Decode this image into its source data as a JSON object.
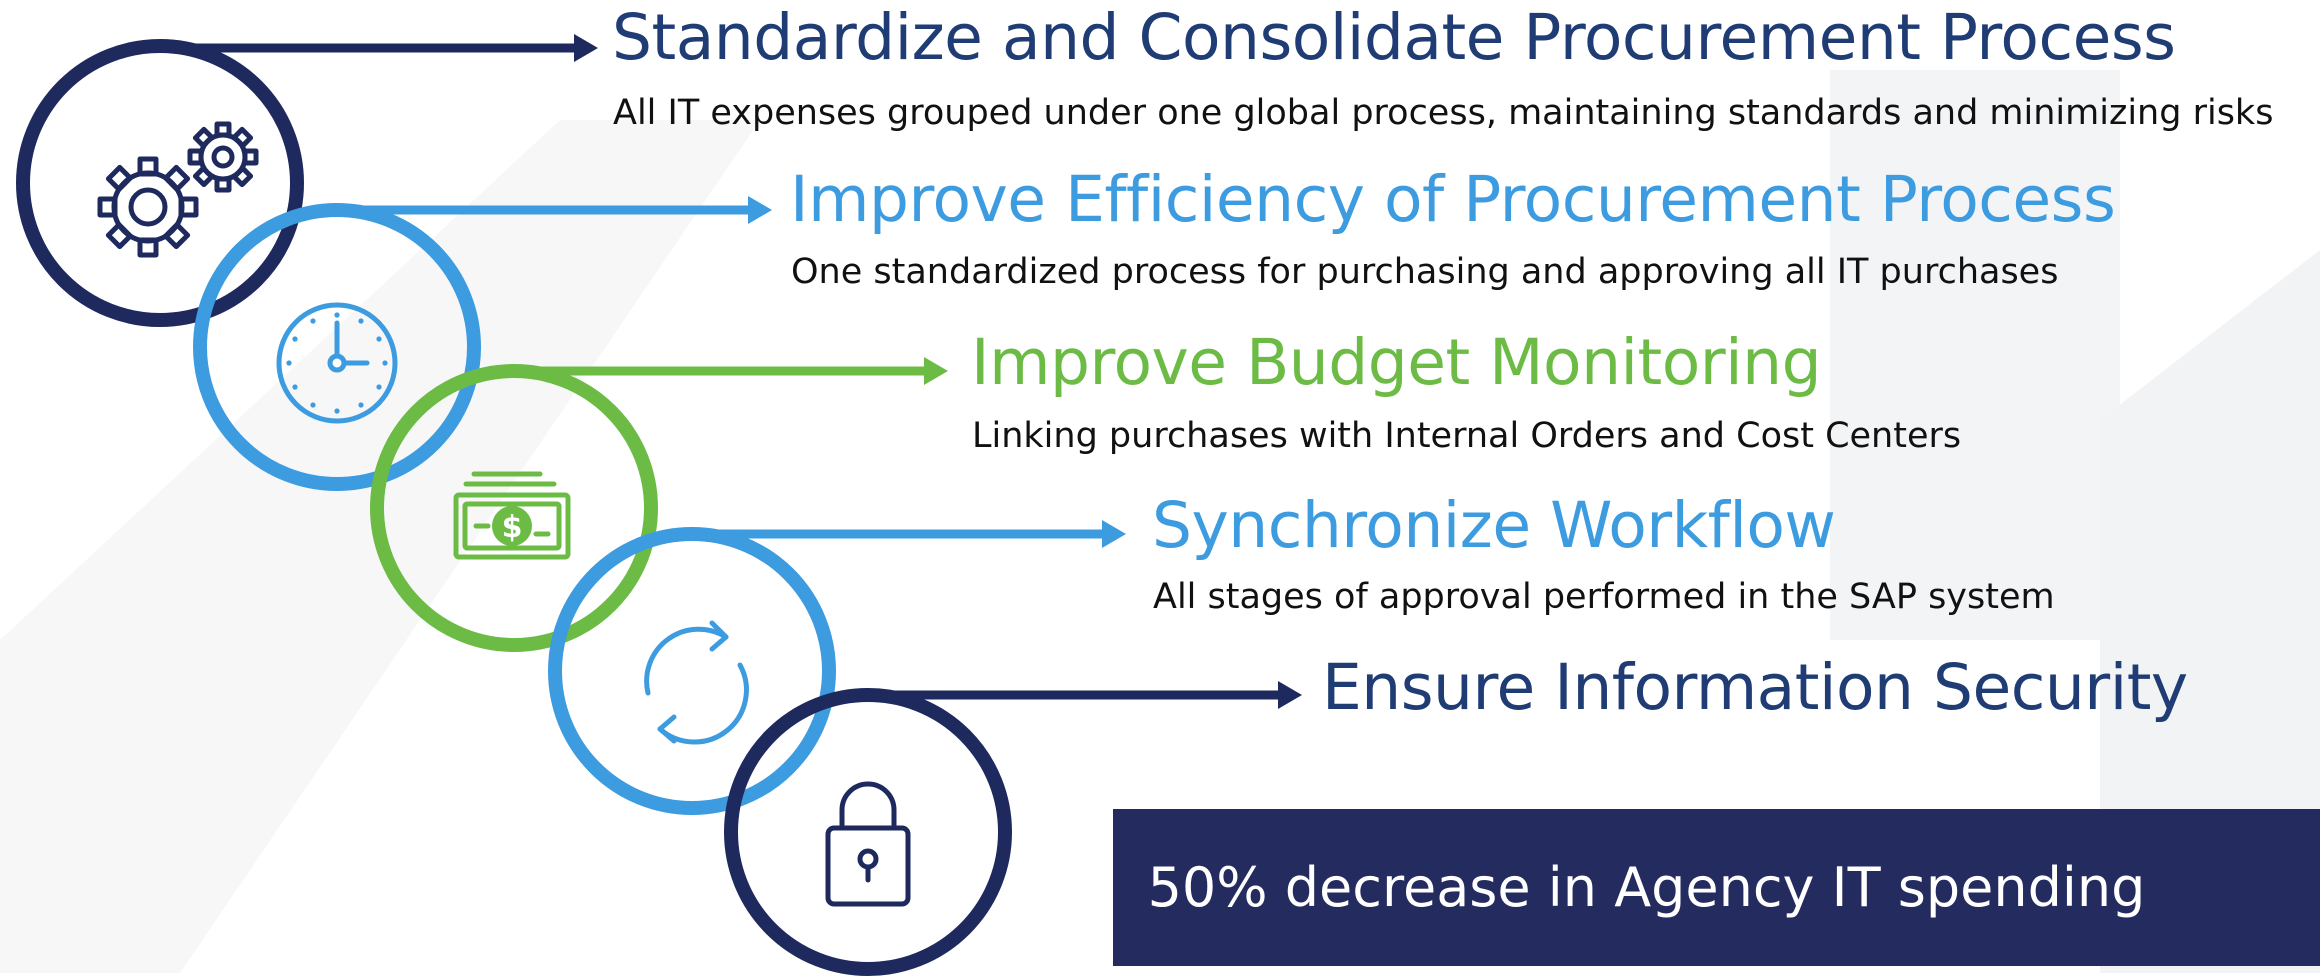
{
  "colors": {
    "navy": "#1e2a5e",
    "navy_title": "#1f3c74",
    "blue": "#3d9be0",
    "green": "#6cbb45",
    "callout_bg": "#242b5f"
  },
  "steps": [
    {
      "title": "Standardize and Consolidate Procurement Process",
      "description": "All IT expenses grouped under one global process, maintaining standards and minimizing risks",
      "icon": "gears-icon",
      "color": "navy"
    },
    {
      "title": "Improve Efficiency of Procurement Process",
      "description": "One standardized process for purchasing and approving all IT purchases",
      "icon": "clock-icon",
      "color": "blue"
    },
    {
      "title": "Improve Budget Monitoring",
      "description": "Linking purchases with Internal Orders and Cost Centers",
      "icon": "money-stack-icon",
      "color": "green"
    },
    {
      "title": "Synchronize Workflow",
      "description": "All stages of approval performed in the SAP system",
      "icon": "sync-arrows-icon",
      "color": "blue"
    },
    {
      "title": "Ensure Information Security",
      "description": "",
      "icon": "padlock-icon",
      "color": "navy"
    }
  ],
  "callout": {
    "text": "50% decrease in Agency IT spending"
  }
}
